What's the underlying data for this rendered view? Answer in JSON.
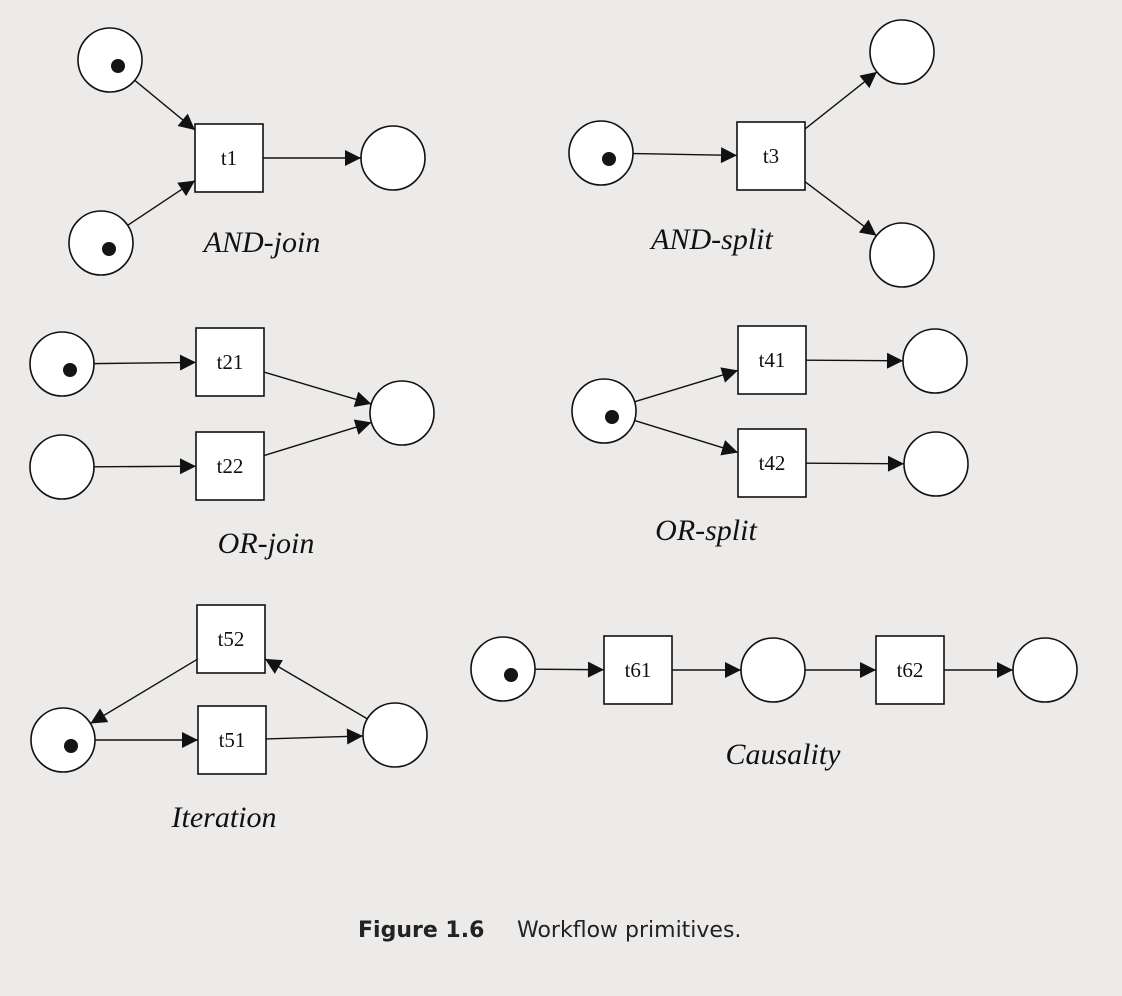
{
  "figure": {
    "number": "Figure 1.6",
    "title": "Workflow primitives."
  },
  "colors": {
    "background": "#ecebea",
    "stroke": "#111111",
    "token": "#151515"
  },
  "patterns": [
    {
      "id": "and-join",
      "caption": "AND-join",
      "places": [
        {
          "id": "p1",
          "token": true
        },
        {
          "id": "p2",
          "token": true
        },
        {
          "id": "p3",
          "token": false
        }
      ],
      "transitions": [
        {
          "id": "t1",
          "label": "t1"
        }
      ],
      "arcs": [
        [
          "p1",
          "t1"
        ],
        [
          "p2",
          "t1"
        ],
        [
          "t1",
          "p3"
        ]
      ]
    },
    {
      "id": "and-split",
      "caption": "AND-split",
      "places": [
        {
          "id": "p4",
          "token": true
        },
        {
          "id": "p5",
          "token": false
        },
        {
          "id": "p6",
          "token": false
        }
      ],
      "transitions": [
        {
          "id": "t3",
          "label": "t3"
        }
      ],
      "arcs": [
        [
          "p4",
          "t3"
        ],
        [
          "t3",
          "p5"
        ],
        [
          "t3",
          "p6"
        ]
      ]
    },
    {
      "id": "or-join",
      "caption": "OR-join",
      "places": [
        {
          "id": "p7",
          "token": true
        },
        {
          "id": "p8",
          "token": false
        },
        {
          "id": "p9",
          "token": false
        }
      ],
      "transitions": [
        {
          "id": "t21",
          "label": "t21"
        },
        {
          "id": "t22",
          "label": "t22"
        }
      ],
      "arcs": [
        [
          "p7",
          "t21"
        ],
        [
          "p8",
          "t22"
        ],
        [
          "t21",
          "p9"
        ],
        [
          "t22",
          "p9"
        ]
      ]
    },
    {
      "id": "or-split",
      "caption": "OR-split",
      "places": [
        {
          "id": "p10",
          "token": true
        },
        {
          "id": "p11",
          "token": false
        },
        {
          "id": "p12",
          "token": false
        }
      ],
      "transitions": [
        {
          "id": "t41",
          "label": "t41"
        },
        {
          "id": "t42",
          "label": "t42"
        }
      ],
      "arcs": [
        [
          "p10",
          "t41"
        ],
        [
          "p10",
          "t42"
        ],
        [
          "t41",
          "p11"
        ],
        [
          "t42",
          "p12"
        ]
      ]
    },
    {
      "id": "iteration",
      "caption": "Iteration",
      "places": [
        {
          "id": "p13",
          "token": true
        },
        {
          "id": "p14",
          "token": false
        }
      ],
      "transitions": [
        {
          "id": "t51",
          "label": "t51"
        },
        {
          "id": "t52",
          "label": "t52"
        }
      ],
      "arcs": [
        [
          "p13",
          "t51"
        ],
        [
          "t51",
          "p14"
        ],
        [
          "p14",
          "t52"
        ],
        [
          "t52",
          "p13"
        ]
      ]
    },
    {
      "id": "causality",
      "caption": "Causality",
      "places": [
        {
          "id": "p15",
          "token": true
        },
        {
          "id": "p16",
          "token": false
        },
        {
          "id": "p17",
          "token": false
        }
      ],
      "transitions": [
        {
          "id": "t61",
          "label": "t61"
        },
        {
          "id": "t62",
          "label": "t62"
        }
      ],
      "arcs": [
        [
          "p15",
          "t61"
        ],
        [
          "t61",
          "p16"
        ],
        [
          "p16",
          "t62"
        ],
        [
          "t62",
          "p17"
        ]
      ]
    }
  ]
}
